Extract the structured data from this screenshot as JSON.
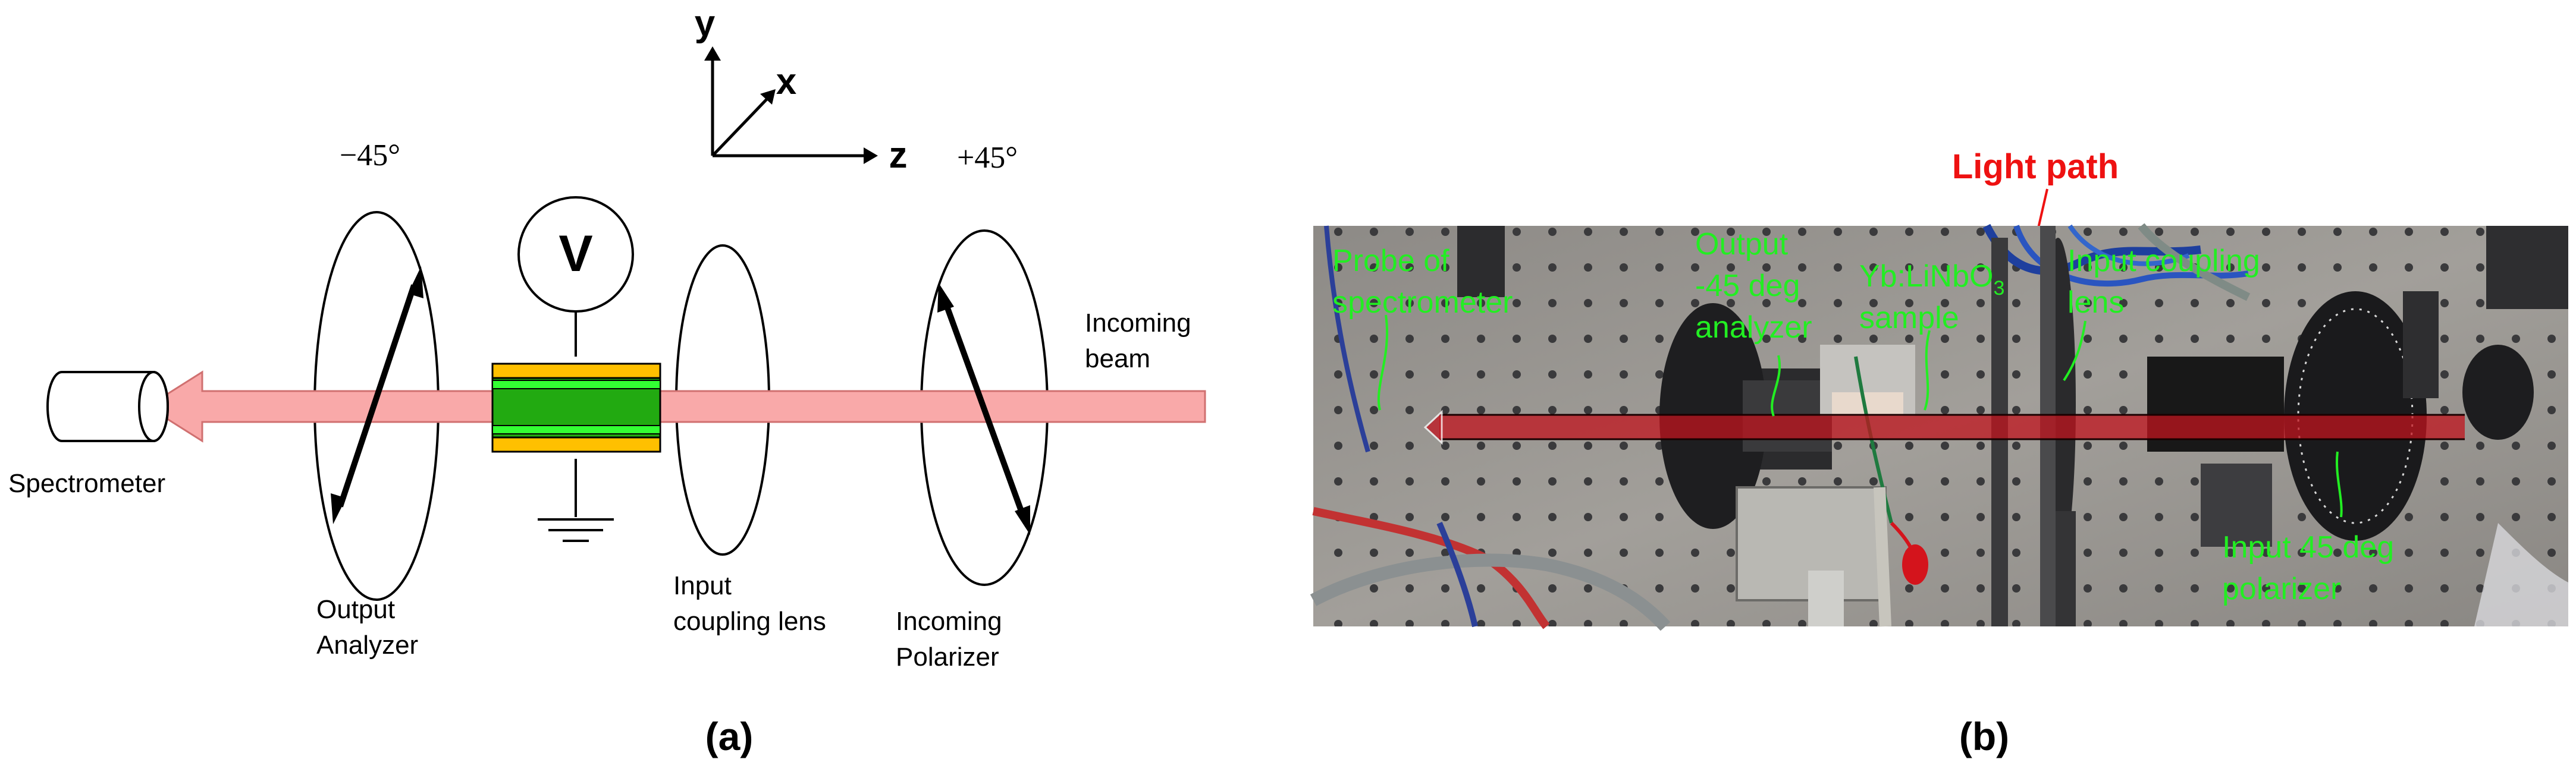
{
  "panel_a": {
    "caption": "(a)",
    "axes": {
      "y": "y",
      "x": "x",
      "z": "z"
    },
    "angle_left": "−45°",
    "angle_right": "+45°",
    "voltmeter": "V",
    "labels": {
      "spectrometer": "Spectrometer",
      "output_analyzer": [
        "Output",
        "Analyzer"
      ],
      "input_coupling_lens": [
        "Input",
        "coupling lens"
      ],
      "incoming_polarizer": [
        "Incoming",
        "Polarizer"
      ],
      "incoming_beam": [
        "Incoming",
        "beam"
      ]
    }
  },
  "panel_b": {
    "caption": "(b)",
    "light_path": "Light path",
    "annotations": {
      "probe": [
        "Probe of",
        "spectrometer"
      ],
      "output_analyzer": [
        "Output",
        "-45 deg",
        "analyzer"
      ],
      "sample": [
        "Yb:LiNbO",
        "3",
        "sample"
      ],
      "input_coupling_lens": [
        "Input coupling",
        "lens"
      ],
      "input_polarizer": [
        "Input 45 deg",
        "polarizer"
      ]
    }
  },
  "colors": {
    "beam_fill": "#f9a9a9",
    "crystal_yellow": "#ffc000",
    "crystal_green": "#22aa11",
    "crystal_band": "#33ff33",
    "photo_annotation": "#22ee22",
    "light_path_label": "#ee1111",
    "photo_beam": "#c0141e"
  }
}
